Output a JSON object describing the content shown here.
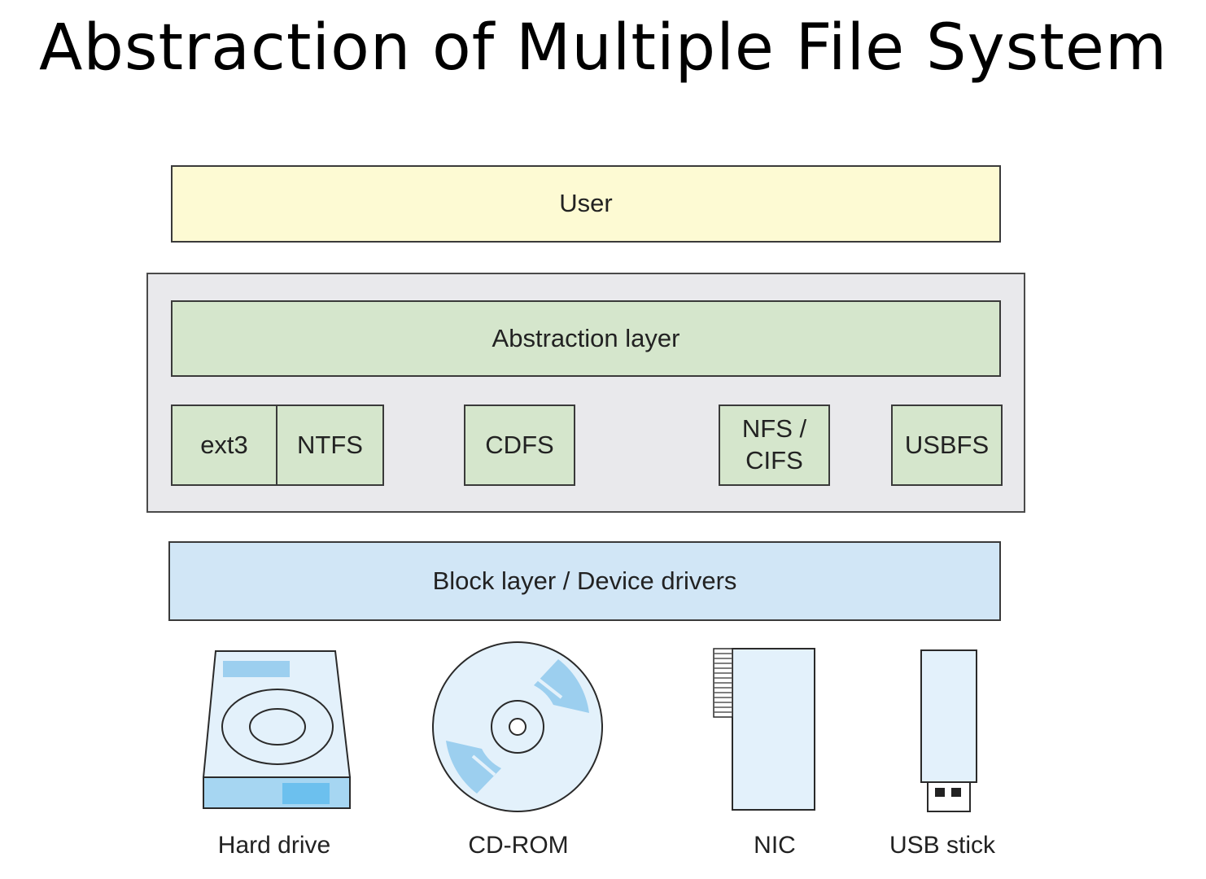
{
  "title": "Abstraction of Multiple File System",
  "layers": {
    "user": "User",
    "abstraction": "Abstraction layer",
    "block": "Block layer / Device drivers"
  },
  "file_systems": {
    "ext3": "ext3",
    "ntfs": "NTFS",
    "cdfs": "CDFS",
    "nfs_line1": "NFS /",
    "nfs_line2": "CIFS",
    "usbfs": "USBFS"
  },
  "devices": {
    "hard_drive": "Hard drive",
    "cd_rom": "CD-ROM",
    "nic": "NIC",
    "usb_stick": "USB stick"
  },
  "colors": {
    "user_fill": "#fdfad3",
    "container_fill": "#e9e9ec",
    "fs_fill": "#d5e6cc",
    "block_fill": "#d1e6f6",
    "device_fill": "#e3f1fb",
    "device_accent": "#9ccfef"
  }
}
